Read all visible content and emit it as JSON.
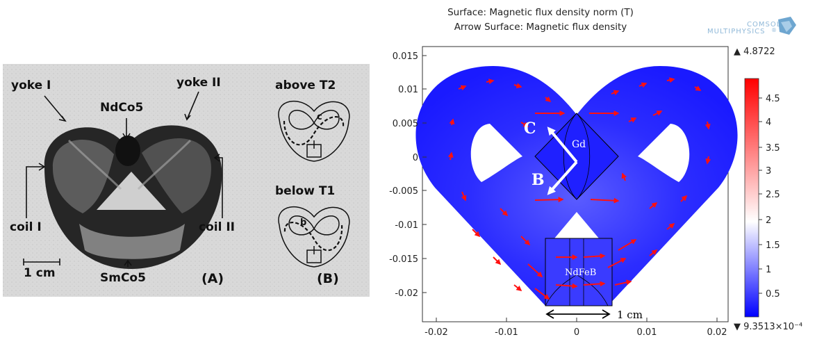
{
  "photo_panel": {
    "labels": {
      "yoke1": "yoke I",
      "yoke2": "yoke II",
      "ndco5": "NdCo5",
      "coil1": "coil I",
      "coil2": "coil II",
      "smco5": "SmCo5",
      "scale": "1 cm",
      "panel_a": "(A)",
      "panel_b": "(B)",
      "above": "above T2",
      "below": "below T1",
      "mini_c": "c",
      "mini_b": "b"
    }
  },
  "sim_panel": {
    "title_line1": "Surface: Magnetic flux density norm (T)",
    "title_line2": "Arrow Surface: Magnetic flux density",
    "logo_line1": "COMSOL",
    "logo_line2": "MULTIPHYSICS",
    "logo_mark": "®",
    "x_ticks": [
      "-0.02",
      "-0.01",
      "0",
      "0.01",
      "0.02"
    ],
    "y_ticks": [
      "0.015",
      "0.01",
      "0.005",
      "0",
      "-0.005",
      "-0.01",
      "-0.015",
      "-0.02"
    ],
    "labels": {
      "c": "C",
      "b": "B",
      "gd": "Gd",
      "ndfeb": "NdFeB",
      "scale": "1 cm"
    },
    "colorbar": {
      "max_label": "▲ 4.8722",
      "min_label": "▼ 9.3513×10⁻⁴",
      "ticks": [
        "4.5",
        "4",
        "3.5",
        "3",
        "2.5",
        "2",
        "1.5",
        "1",
        "0.5"
      ],
      "low_color": "#0a0aff",
      "mid_color": "#ffffff",
      "high_color": "#ff0000"
    }
  }
}
